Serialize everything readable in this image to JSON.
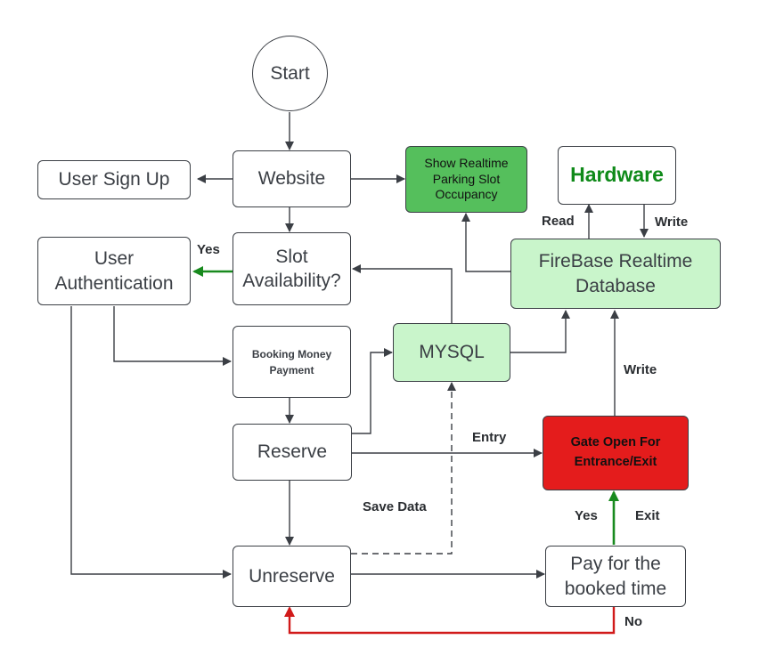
{
  "nodes": {
    "start": "Start",
    "website": "Website",
    "user_sign_up": "User Sign Up",
    "show_realtime": "Show Realtime\nParking Slot\nOccupancy",
    "hardware": "Hardware",
    "user_authentication": "User\nAuthentication",
    "slot_availability": "Slot\nAvailability?",
    "firebase": "FireBase Realtime\nDatabase",
    "booking_money_payment": "Booking Money\nPayment",
    "mysql": "MYSQL",
    "reserve": "Reserve",
    "gate_open": "Gate Open For\nEntrance/Exit",
    "unreserve": "Unreserve",
    "pay_booked_time": "Pay for the\nbooked time"
  },
  "edge_labels": {
    "yes_auth": "Yes",
    "read": "Read",
    "write_hardware": "Write",
    "write_gate": "Write",
    "entry": "Entry",
    "save_data": "Save Data",
    "yes_gate": "Yes",
    "exit": "Exit",
    "no": "No"
  },
  "colors": {
    "line": "#3b3f45",
    "yes_arrow": "#188a1e",
    "no_arrow": "#d11a1a",
    "light_green": "#c9f5cb",
    "dark_green": "#55bf5c",
    "red": "#e41c1c"
  }
}
